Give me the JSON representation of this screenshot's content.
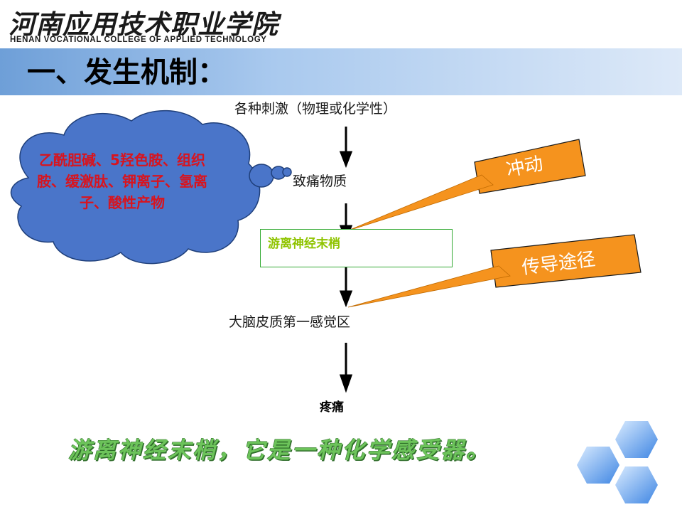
{
  "header": {
    "logo_cn": "河南应用技术职业学院",
    "logo_en": "HENAN VOCATIONAL COLLEGE OF APPLIED TECHNOLOGY"
  },
  "slide": {
    "title": "一、发生机制："
  },
  "flow": {
    "step1": "各种刺激（物理或化学性）",
    "step2": "致痛物质",
    "step3": "游离神经末梢",
    "step4": "大脑皮质第一感觉区",
    "step5": "疼痛"
  },
  "cloud": {
    "text": "乙酰胆碱、5羟色胺、组织胺、缓激肽、钾离子、氢离子、酸性产物"
  },
  "callouts": {
    "impulse": "冲动",
    "pathway": "传导途径"
  },
  "footer": {
    "note": "游离神经末梢，它是一种化学感受器。"
  },
  "colors": {
    "band_start": "#6e9fd8",
    "band_end": "#dde9f8",
    "cloud_fill": "#4a75c9",
    "cloud_text": "#d8141e",
    "callout_fill": "#f5931e",
    "box_border": "#33aa33",
    "green_text": "#8fc400",
    "hex_blue": "#5b9be8"
  }
}
